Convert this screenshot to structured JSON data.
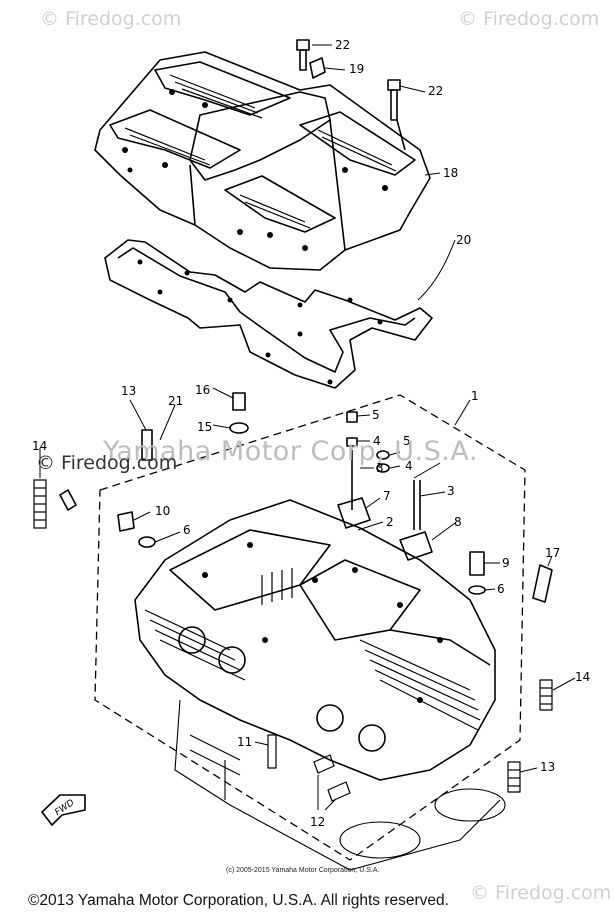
{
  "watermarks": {
    "top_left": "© Firedog.com",
    "top_right": "© Firedog.com",
    "center": "Yamaha Motor Corp, U.S.A.",
    "left": "© Firedog.com",
    "bottom_right": "© Firedog.com"
  },
  "fine_print": "(c) 2005-2015 Yamaha Motor Corporation, U.S.A.",
  "footer": "©2013 Yamaha Motor Corporation, U.S.A. All rights reserved.",
  "forward_mark": "FWD",
  "callouts": [
    "22",
    "19",
    "22",
    "18",
    "20",
    "1",
    "13",
    "21",
    "16",
    "15",
    "5",
    "4",
    "5",
    "4",
    "3",
    "14",
    "10",
    "6",
    "7",
    "2",
    "3",
    "8",
    "9",
    "6",
    "17",
    "14",
    "11",
    "13",
    "12"
  ]
}
